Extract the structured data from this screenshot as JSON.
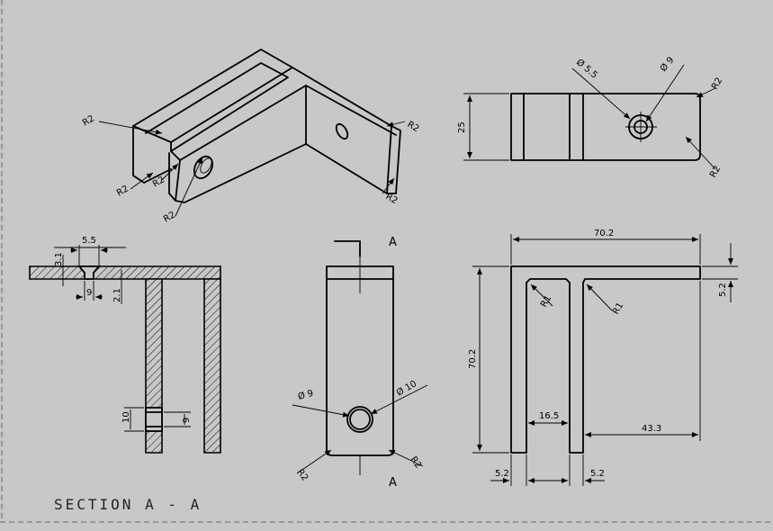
{
  "views": {
    "iso": {
      "labels": [
        "R2",
        "R2",
        "R2",
        "R2",
        "R2",
        "R2"
      ]
    },
    "top": {
      "height_dim": "25",
      "hole_small_dim": "Ø 5.5",
      "hole_large_dim": "Ø 9",
      "radius_top": "R2",
      "radius_bottom": "R2"
    },
    "section": {
      "counterbore_width": "5.5",
      "counterbore_depth": "3.1",
      "hole_width": "9",
      "flange_thickness": "2.1",
      "bore_dim_left": "10",
      "bore_dim_right": "9",
      "caption": "SECTION A - A"
    },
    "front": {
      "cut_label_top": "A",
      "cut_label_bottom": "A",
      "hole_dim_left": "Ø 9",
      "hole_dim_right": "Ø 10",
      "radius_left": "R2",
      "radius_right": "R2"
    },
    "side": {
      "width_dim": "70.2",
      "height_dim": "70.2",
      "top_thickness": "5.2",
      "inner_radius_left": "R1",
      "inner_radius_right": "R1",
      "gap_dim": "16.5",
      "right_dim": "43.3",
      "leg_left": "5.2",
      "leg_right": "5.2"
    }
  }
}
